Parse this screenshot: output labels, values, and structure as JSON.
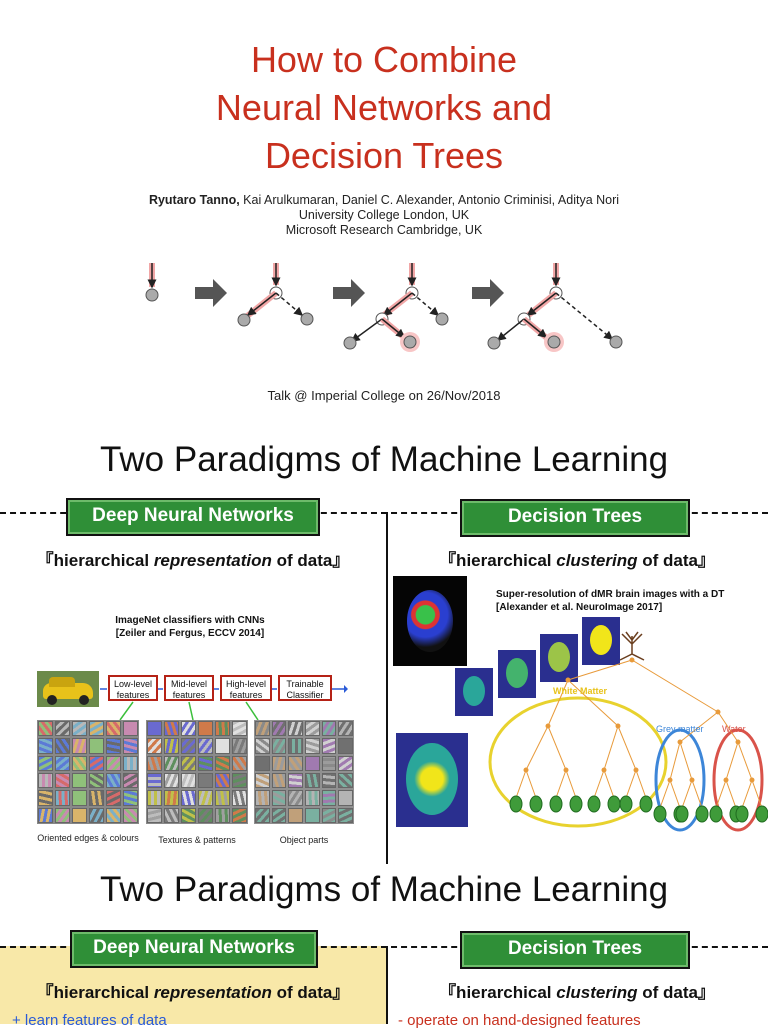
{
  "slide1": {
    "title_lines": [
      "How to Combine",
      "Neural Networks and",
      "Decision Trees"
    ],
    "author_lead": "Ryutaro Tanno,",
    "authors_rest": " Kai Arulkumaran, Daniel C. Alexander, Antonio Criminisi, Aditya Nori",
    "affiliation1": "University College London, UK",
    "affiliation2": "Microsoft Research Cambridge, UK",
    "talk": "Talk @ Imperial College on 26/Nov/2018"
  },
  "slide2": {
    "title": "Two Paradigms of Machine Learning",
    "left_header": "Deep Neural Networks",
    "left_sub_pre": "『hierarchical ",
    "left_sub_em": "representation",
    "left_sub_post": " of data』",
    "right_header": "Decision Trees",
    "right_sub_pre": "『hierarchical ",
    "right_sub_em": "clustering",
    "right_sub_post": " of data』",
    "imagenet_line1": "ImageNet classifiers with CNNs",
    "imagenet_line2": "[Zeiler and Fergus, ECCV 2014]",
    "feature_boxes": [
      "Low-level features",
      "Mid-level features",
      "High-level features",
      "Trainable Classifier"
    ],
    "captions": [
      "Oriented edges & colours",
      "Textures & patterns",
      "Object parts"
    ],
    "dmri_line1": "Super-resolution of dMR brain images with a DT",
    "dmri_line2": "[Alexander et al. NeuroImage 2017]",
    "cluster_labels": [
      "White Matter",
      "Grey matter",
      "Water"
    ]
  },
  "slide3": {
    "title": "Two Paradigms of Machine Learning",
    "left_header": "Deep Neural Networks",
    "left_sub_pre": "『hierarchical ",
    "left_sub_em": "representation",
    "left_sub_post": " of data』",
    "right_header": "Decision Trees",
    "right_sub_pre": "『hierarchical ",
    "right_sub_em": "clustering",
    "right_sub_post": " of data』",
    "left_bullet": "+ learn features of data",
    "right_bullet": "- operate on hand-designed features"
  },
  "colors": {
    "title_red": "#c8301e",
    "header_green": "#2f8f37",
    "highlight_yellow": "#f8e8a8",
    "bullet_blue": "#2a5bd7",
    "bullet_red": "#c8301e"
  }
}
